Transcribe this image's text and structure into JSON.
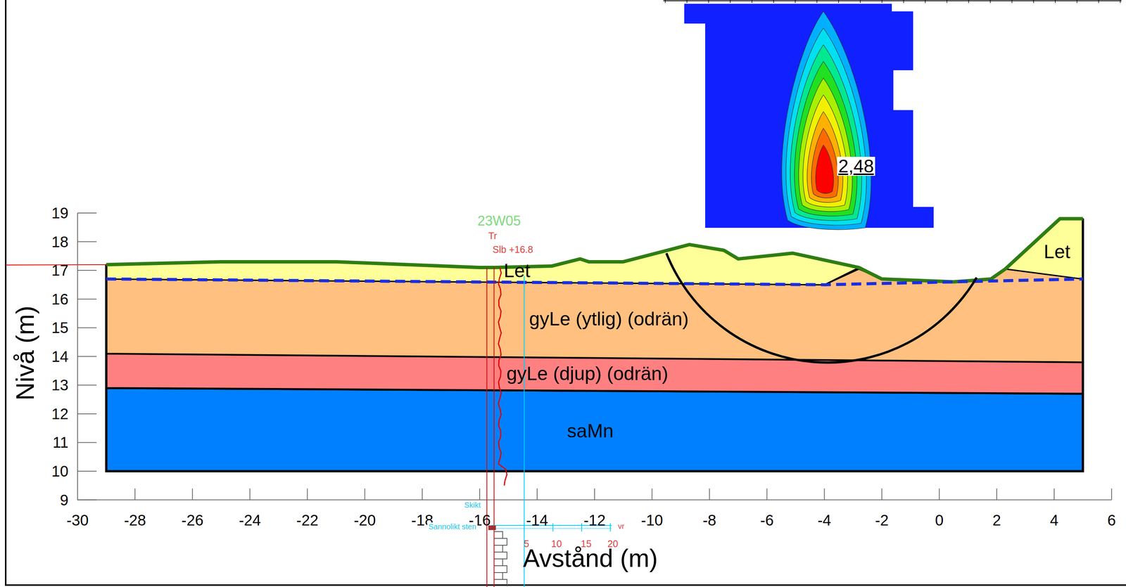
{
  "diagram": {
    "nodes": [
      {
        "text": [
          "Let"
        ]
      },
      {
        "text": [
          "gyLe (ytlig) (odrän)"
        ]
      },
      {
        "text": [
          "gyLe (djup) (odrän)"
        ]
      },
      {
        "text": [
          "saMn"
        ]
      },
      {
        "text": [
          "Let"
        ]
      }
    ],
    "labels": [
      "19",
      "18",
      "17",
      "16",
      "15",
      "14",
      "13",
      "12",
      "11",
      "10",
      "9",
      "-30",
      "-28",
      "-26",
      "-24",
      "-22",
      "-20",
      "-18",
      "-16",
      "-14",
      "-12",
      "-10",
      "-8",
      "-6",
      "-4",
      "-2",
      "0",
      "2",
      "4",
      "6",
      "Nivå (m)",
      "Avstånd (m)",
      "23W05",
      "Tr",
      "Slb +16.8",
      "Skikt",
      "Sannolikt sten",
      "5",
      "10",
      "15",
      "20",
      "vr",
      "2,48"
    ]
  }
}
